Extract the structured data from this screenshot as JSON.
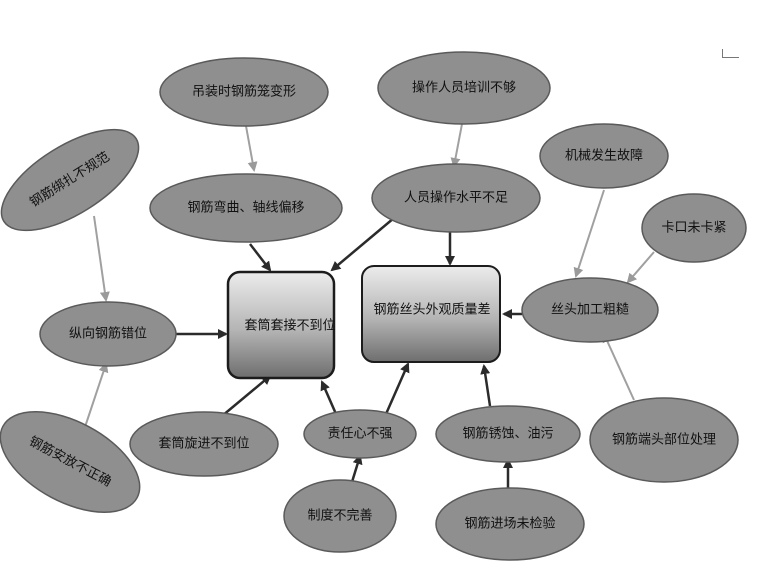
{
  "central": {
    "left": "套筒套接不到位",
    "right": "钢筋丝头外观质量差"
  },
  "nodes": {
    "n01": "吊装时钢筋笼变形",
    "n02": "操作人员培训不够",
    "n03": "钢筋绑扎不规范",
    "n04": "机械发生故障",
    "n05": "钢筋弯曲、轴线偏移",
    "n06": "人员操作水平不足",
    "n07": "卡口未卡紧",
    "n08": "纵向钢筋错位",
    "n09": "丝头加工粗糙",
    "n10": "钢筋安放不正确",
    "n11": "套筒旋进不到位",
    "n12": "责任心不强",
    "n13": "钢筋锈蚀、油污",
    "n14": "钢筋端头部位处理",
    "n15": "制度不完善",
    "n16": "钢筋进场未检验"
  },
  "colors": {
    "ellipse_fill": "#8f8f8f",
    "ellipse_stroke": "#5a5a5a",
    "box_top": "#e9e9e9",
    "box_bottom": "#707070",
    "arrow_dark": "#2b2b2b",
    "arrow_light": "#9a9a9a"
  }
}
